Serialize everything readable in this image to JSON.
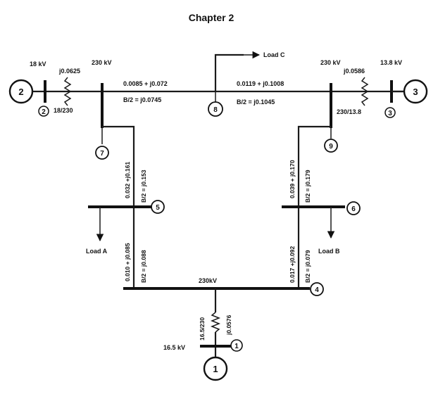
{
  "header": {
    "title": "Chapter 2"
  },
  "colors": {
    "ink": "#111111",
    "background": "#ffffff"
  },
  "voltages": {
    "gen2": "18 kV",
    "bus7": "230 kV",
    "bus9": "230 kV",
    "gen3": "13.8 kV",
    "bus4": "230kV",
    "gen1": "16.5 kV"
  },
  "transformers": {
    "t2_impedance": "j0.0625",
    "t2_ratio": "18/230",
    "t3_impedance": "j0.0586",
    "t3_ratio": "230/13.8",
    "t1_impedance": "j0.0576",
    "t1_ratio": "16.5/230"
  },
  "lines": {
    "l78_z": "0.0085 + j0.072",
    "l78_b": "B/2 = j0.0745",
    "l89_z": "0.0119 + j0.1008",
    "l89_b": "B/2 = j0.1045",
    "l75_z": "0.032 +j0.161",
    "l75_b": "B/2 = j0.153",
    "l54_z": "0.010 + j0.085",
    "l54_b": "B/2 = j0.088",
    "l96_z": "0.039 + j0.170",
    "l96_b": "B/2 = j0.179",
    "l64_z": "0.017 +j0.092",
    "l64_b": "B/2 = j0.079"
  },
  "loads": {
    "a": "Load A",
    "b": "Load B",
    "c": "Load C"
  },
  "generators": {
    "g1": "1",
    "g2": "2",
    "g3": "3"
  },
  "buses": {
    "b1": "1",
    "b2": "2",
    "b3": "3",
    "b4": "4",
    "b5": "5",
    "b6": "6",
    "b7": "7",
    "b8": "8",
    "b9": "9"
  }
}
